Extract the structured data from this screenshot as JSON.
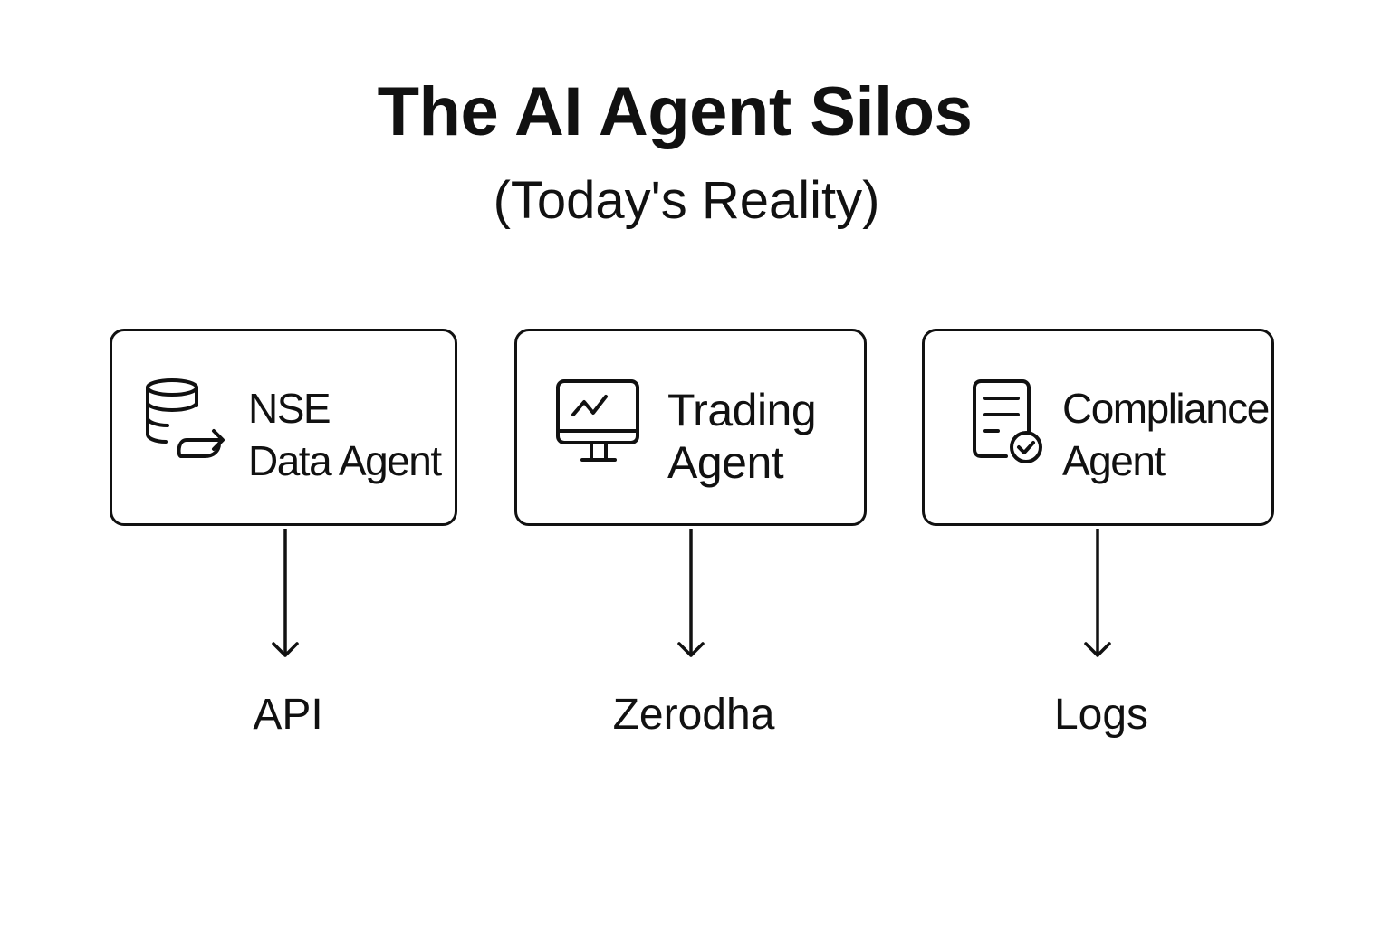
{
  "title": "The AI Agent Silos",
  "subtitle": "(Today's Reality)",
  "agents": [
    {
      "line1": "NSE",
      "line2": "Data Agent",
      "icon": "database-sync-icon",
      "output": "API"
    },
    {
      "line1": "Trading",
      "line2": "Agent",
      "icon": "monitor-chart-icon",
      "output": "Zerodha"
    },
    {
      "line1": "Compliance",
      "line2": "Agent",
      "icon": "document-check-icon",
      "output": "Logs"
    }
  ]
}
